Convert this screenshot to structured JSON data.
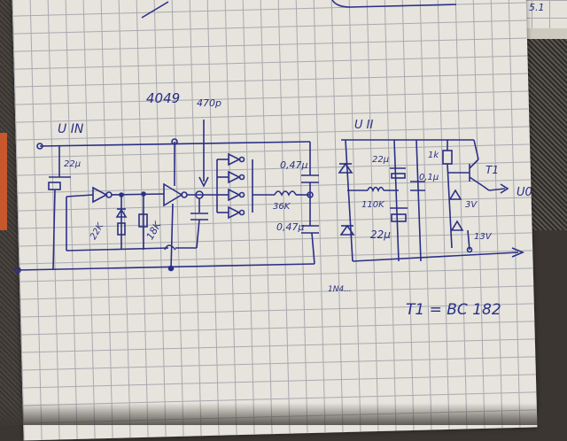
{
  "image": {
    "description": "Photo of hand-drawn circuit schematic on grid paper",
    "ink_color": "#2a2f86",
    "paper_color": "#e6e4dc"
  },
  "page_marker": "5.1",
  "left_circuit": {
    "input_label": "U IN",
    "input_capacitor": "22µ",
    "ic_label": "4049",
    "coupling_cap": "470p",
    "diode_resistor": "22K",
    "feedback_resistor": "18K",
    "top_cap": "0,47µ",
    "inductor": "36K",
    "bottom_cap": "0,47µ",
    "below_note": "1N4..."
  },
  "right_circuit": {
    "supply_label": "U II",
    "cap_top": "22µ",
    "cap_parallel": "0,1µ",
    "inductor": "110K",
    "cap_bottom": "22µ",
    "resistor": "1k",
    "transistor": "T1",
    "zener1": "3V",
    "zener2": "13V",
    "output_label": "U0"
  },
  "footnote": "T1 = BC 182"
}
